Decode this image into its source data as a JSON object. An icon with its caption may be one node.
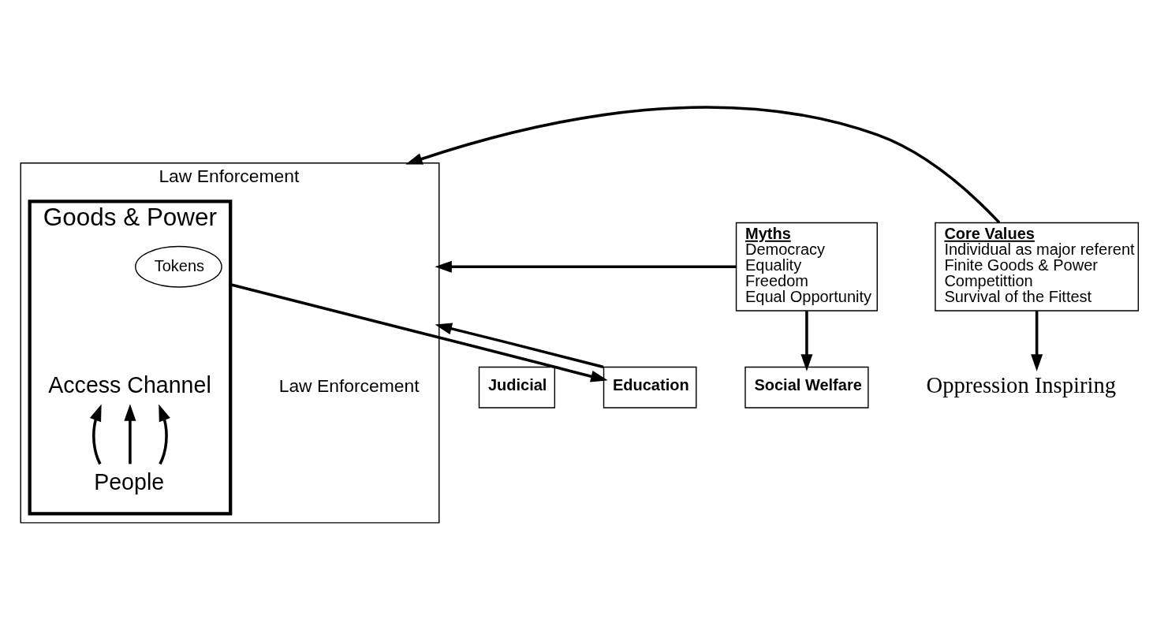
{
  "diagram": {
    "nodes": [
      {
        "text": [
          "Law Enforcement",
          "Law Enforcement"
        ]
      },
      {
        "text": [
          "Goods & Power"
        ],
        "in": 0
      },
      {
        "text": [
          "Tokens"
        ],
        "in": 1
      },
      {
        "text": [
          "Access Channel"
        ],
        "in": 1
      },
      {
        "text": [
          "People"
        ],
        "in": 1
      },
      {
        "text": [
          "Core Values",
          "Individual as major referent",
          "Finite Goods & Power",
          "Competittion",
          "Survival of the Fittest"
        ]
      },
      {
        "text": [
          "Oppression Inspiring"
        ]
      },
      {
        "text": [
          "Myths",
          "Democracy",
          "Equality",
          "Freedom",
          "Equal Opportunity"
        ]
      },
      {
        "text": [
          "Judicial"
        ]
      },
      {
        "text": [
          "Education"
        ]
      },
      {
        "text": [
          "Social Welfare"
        ]
      }
    ],
    "edges": [
      {
        "from": 5,
        "to": 6,
        "arrow": "to"
      },
      {
        "from": 5,
        "to": 0,
        "arrow": "to"
      },
      {
        "from": 1,
        "to": 9,
        "arrow": "to"
      },
      {
        "from": 7,
        "to": 10,
        "arrow": "to"
      },
      {
        "from": 9,
        "to": 0,
        "arrow": "to"
      },
      {
        "from": 7,
        "to": 0,
        "arrow": "to"
      },
      {
        "from": 4,
        "to": 3,
        "arrow": "to"
      },
      {
        "from": 4,
        "to": 3,
        "arrow": "to"
      },
      {
        "from": 4,
        "to": 3,
        "arrow": "to"
      }
    ]
  }
}
